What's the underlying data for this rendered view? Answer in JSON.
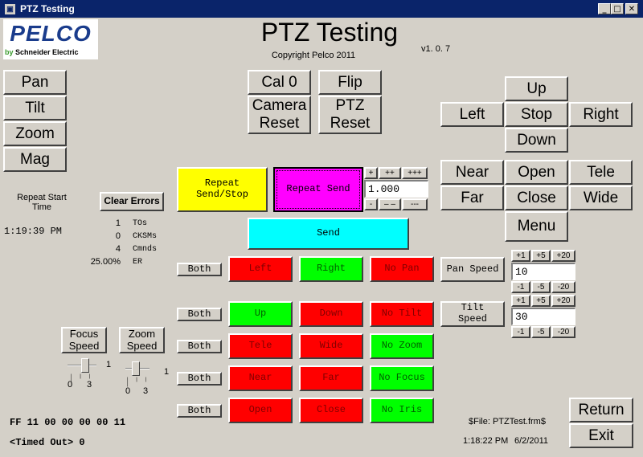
{
  "window": {
    "title": "PTZ Testing",
    "min": "_",
    "max": "□",
    "close": "✕"
  },
  "logo": {
    "brand": "PELCO",
    "by": "by",
    "company": "Schneider Electric"
  },
  "header": {
    "title": "PTZ Testing",
    "copyright": "Copyright Pelco 2011",
    "version": "v1. 0. 7"
  },
  "left_buttons": {
    "pan": "Pan",
    "tilt": "Tilt",
    "zoom": "Zoom",
    "mag": "Mag"
  },
  "mid_buttons": {
    "cal0": "Cal 0",
    "flip": "Flip",
    "camera_reset": "Camera Reset",
    "ptz_reset": "PTZ Reset"
  },
  "direction": {
    "up": "Up",
    "left": "Left",
    "stop": "Stop",
    "right": "Right",
    "down": "Down"
  },
  "lens": {
    "near": "Near",
    "open": "Open",
    "tele": "Tele",
    "far": "Far",
    "close": "Close",
    "wide": "Wide",
    "menu": "Menu"
  },
  "repeat": {
    "send_stop": "Repeat Send/Stop",
    "repeat_send": "Repeat Send",
    "send": "Send",
    "plus1": "+",
    "plus2": "++",
    "plus3": "+++",
    "minus1": "-",
    "minus2": "– –",
    "minus3": "---",
    "interval": "1.000"
  },
  "status": {
    "repeat_start_label": "Repeat Start Time",
    "clear_errors": "Clear Errors",
    "start_time": "1:19:39 PM",
    "tos_count": "1",
    "tos_label": "TOs",
    "cksm_count": "0",
    "cksm_label": "CKSMs",
    "cmnds_count": "4",
    "cmnds_label": "Cmnds",
    "er_value": "25.00%",
    "er_label": "ER"
  },
  "controls": {
    "both": "Both",
    "pan": {
      "left": "Left",
      "right": "Right",
      "none": "No Pan"
    },
    "tilt": {
      "up": "Up",
      "down": "Down",
      "none": "No Tilt"
    },
    "zoom": {
      "tele": "Tele",
      "wide": "Wide",
      "none": "No Zoom"
    },
    "focus": {
      "near": "Near",
      "far": "Far",
      "none": "No Focus"
    },
    "iris": {
      "open": "Open",
      "close": "Close",
      "none": "No Iris"
    }
  },
  "pan_speed": {
    "label": "Pan Speed",
    "value": "10",
    "p1": "+1",
    "p5": "+5",
    "p20": "+20",
    "m1": "-1",
    "m5": "-5",
    "m20": "-20"
  },
  "tilt_speed": {
    "label": "Tilt Speed",
    "value": "30",
    "p1": "+1",
    "p5": "+5",
    "p20": "+20",
    "m1": "-1",
    "m5": "-5",
    "m20": "-20"
  },
  "focus_speed": {
    "label": "Focus Speed",
    "value": "1",
    "min": "0",
    "max": "3",
    "level": 0.67
  },
  "zoom_speed": {
    "label": "Zoom Speed",
    "value": "1",
    "min": "0",
    "max": "3",
    "level": 0.33
  },
  "footer": {
    "hex": "FF 11 00 00 00 00 11",
    "timeout": "<Timed Out> 0",
    "file": "$File: PTZTest.frm$",
    "time": "1:18:22 PM",
    "date": "6/2/2011",
    "return": "Return",
    "exit": "Exit"
  },
  "colors": {
    "titlebar": "#0a246a",
    "window_bg": "#d4d0c8",
    "red": "#ff0000",
    "green": "#00ff00",
    "yellow": "#ffff00",
    "magenta": "#ff00ff",
    "cyan": "#00ffff",
    "pelco_blue": "#1a3c8c",
    "schneider_green": "#3a9b2c"
  }
}
